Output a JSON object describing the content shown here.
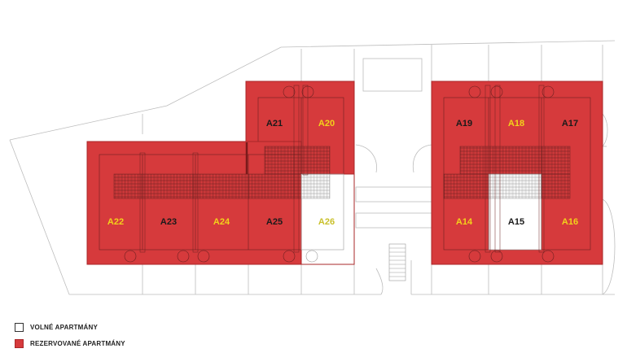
{
  "colors": {
    "reserved": "#d63a3c",
    "reserved_border": "#a82729",
    "free": "#ffffff",
    "label_reserved_yellow": "#f2d21b",
    "label_dark": "#1a1a1a",
    "label_free_yellow": "#c9c02a",
    "line": "#b9b9b9"
  },
  "apartments": [
    {
      "id": "A21",
      "status": "reserved",
      "label_color": "dark"
    },
    {
      "id": "A20",
      "status": "reserved",
      "label_color": "yellow"
    },
    {
      "id": "A22",
      "status": "reserved",
      "label_color": "yellow"
    },
    {
      "id": "A23",
      "status": "reserved",
      "label_color": "dark"
    },
    {
      "id": "A24",
      "status": "reserved",
      "label_color": "yellow"
    },
    {
      "id": "A25",
      "status": "reserved",
      "label_color": "dark"
    },
    {
      "id": "A26",
      "status": "free",
      "label_color": "yellow"
    },
    {
      "id": "A19",
      "status": "reserved",
      "label_color": "dark"
    },
    {
      "id": "A18",
      "status": "reserved",
      "label_color": "yellow"
    },
    {
      "id": "A17",
      "status": "reserved",
      "label_color": "dark"
    },
    {
      "id": "A14",
      "status": "reserved",
      "label_color": "yellow"
    },
    {
      "id": "A15",
      "status": "free",
      "label_color": "dark"
    },
    {
      "id": "A16",
      "status": "reserved",
      "label_color": "yellow"
    }
  ],
  "legend": {
    "free_label": "VOLNÉ APARTMÁNY",
    "reserved_label": "REZERVOVANÉ APARTMÁNY"
  }
}
